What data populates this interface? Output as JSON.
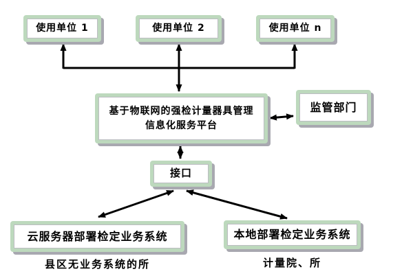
{
  "diagram": {
    "title": "IoT mandatory-verification measuring instrument management platform architecture",
    "colors": {
      "background": "#ffffff",
      "box_border": "#bdd9bd",
      "box_fill": "#ffffff",
      "box_shadow": "#a8a8b0",
      "arrow": "#000000",
      "text": "#000000"
    },
    "nodes": {
      "unit1": {
        "label": "使用单位 1"
      },
      "unit2": {
        "label": "使用单位 2"
      },
      "unitn": {
        "label": "使用单位 n"
      },
      "platform": {
        "lines": [
          "基于物联网的强检计量器具管理",
          "信息化服务平台"
        ]
      },
      "regulator": {
        "label": "监管部门"
      },
      "interface": {
        "label": "接口"
      },
      "cloud_system": {
        "label": "云服务器部署检定业务系统",
        "caption": "县区无业务系统的所"
      },
      "local_system": {
        "label": "本地部署检定业务系统",
        "caption": "计量院、所"
      }
    }
  }
}
